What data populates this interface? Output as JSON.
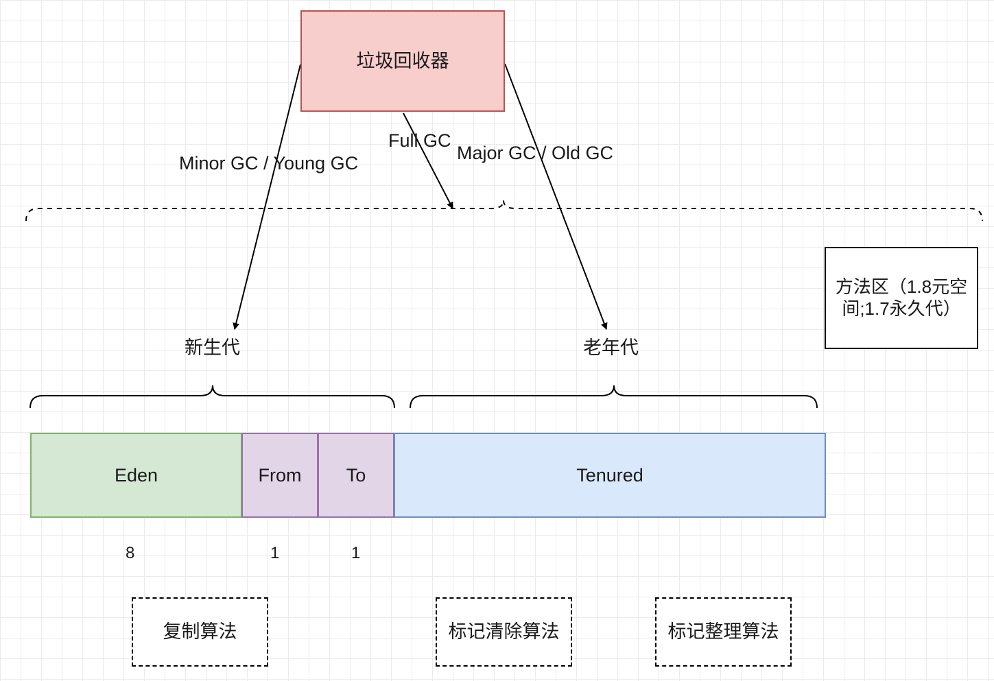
{
  "gc_collector": "垃圾回收器",
  "edges": {
    "minor": "Minor GC / Young GC",
    "full": "Full GC",
    "major": "Major GC / Old GC"
  },
  "generations": {
    "young": "新生代",
    "old": "老年代"
  },
  "method_area": "方法区（1.8元空间;1.7永久代）",
  "regions": {
    "eden": "Eden",
    "from": "From",
    "to": "To",
    "tenured": "Tenured"
  },
  "ratios": {
    "eden": "8",
    "from": "1",
    "to": "1"
  },
  "algorithms": {
    "copy": "复制算法",
    "mark_sweep": "标记清除算法",
    "mark_compact": "标记整理算法"
  }
}
